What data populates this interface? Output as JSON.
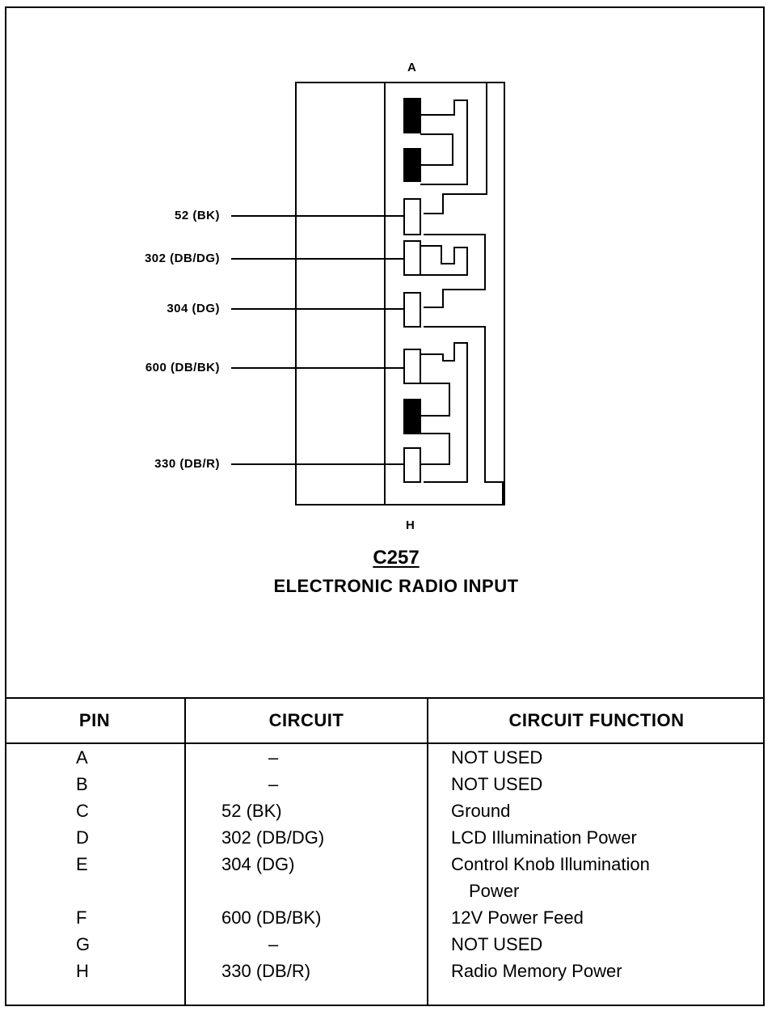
{
  "connector": {
    "top_pin": "A",
    "bottom_pin": "H",
    "code": "C257",
    "name": "ELECTRONIC RADIO INPUT"
  },
  "wire_labels": [
    "52 (BK)",
    "302 (DB/DG)",
    "304 (DG)",
    "600 (DB/BK)",
    "330 (DB/R)"
  ],
  "table": {
    "headers": {
      "pin": "PIN",
      "circuit": "CIRCUIT",
      "function": "CIRCUIT FUNCTION"
    },
    "rows": [
      {
        "pin": "A",
        "circuit": "–",
        "function": "NOT USED"
      },
      {
        "pin": "B",
        "circuit": "–",
        "function": "NOT USED"
      },
      {
        "pin": "C",
        "circuit": "52 (BK)",
        "function": "Ground"
      },
      {
        "pin": "D",
        "circuit": "302 (DB/DG)",
        "function": "LCD Illumination Power"
      },
      {
        "pin": "E",
        "circuit": "304 (DG)",
        "function": "Control Knob Illumination",
        "function_cont": "Power"
      },
      {
        "pin": "F",
        "circuit": "600 (DB/BK)",
        "function": "12V Power Feed"
      },
      {
        "pin": "G",
        "circuit": "–",
        "function": "NOT USED"
      },
      {
        "pin": "H",
        "circuit": "330 (DB/R)",
        "function": "Radio Memory Power"
      }
    ]
  }
}
